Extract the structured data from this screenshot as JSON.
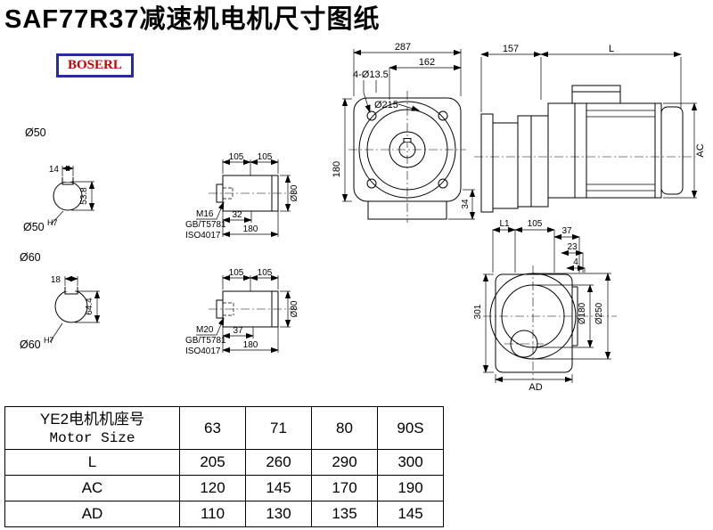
{
  "title": "SAF77R37减速机电机尺寸图纸",
  "logo": "BOSERL",
  "shaft_sections": {
    "s1": {
      "dia": "Ø50",
      "slot_width": "14",
      "section_height": "53.8",
      "fit_dia": "Ø50",
      "fit_tol": "H7"
    },
    "s2": {
      "dia": "Ø60",
      "slot_width": "18",
      "section_height": "64.4",
      "fit_dia": "Ø60",
      "fit_tol": "H7"
    }
  },
  "shafts": {
    "s1": {
      "len1": "105",
      "len2": "105",
      "key_len": "32",
      "total_len": "180",
      "dia": "Ø80",
      "thread": "M16",
      "std1": "GB/T5781",
      "std2": "ISO4017"
    },
    "s2": {
      "len1": "105",
      "len2": "105",
      "key_len": "37",
      "total_len": "180",
      "dia": "Ø80",
      "thread": "M20",
      "std1": "GB/T5781",
      "std2": "ISO4017"
    }
  },
  "front_view": {
    "overall_width": "287",
    "body_width": "162",
    "bolt_holes": "4-Ø13.5",
    "flange_dia": "Ø215",
    "height": "180",
    "depth": "34"
  },
  "side_view": {
    "gear_length": "157",
    "motor_length": "L",
    "motor_height": "AC"
  },
  "output_view": {
    "l1": "L1",
    "d105": "105",
    "d37": "37",
    "d23": "23",
    "d4": "4",
    "height": "301",
    "pilot_dia": "Ø180",
    "flange_dia": "Ø250",
    "width": "AD"
  },
  "table": {
    "header": {
      "cn": "YE2电机机座号",
      "en": "Motor Size"
    },
    "columns": [
      "63",
      "71",
      "80",
      "90S"
    ],
    "rows": [
      {
        "label": "L",
        "values": [
          "205",
          "260",
          "290",
          "300"
        ]
      },
      {
        "label": "AC",
        "values": [
          "120",
          "145",
          "170",
          "190"
        ]
      },
      {
        "label": "AD",
        "values": [
          "110",
          "130",
          "135",
          "145"
        ]
      }
    ]
  }
}
